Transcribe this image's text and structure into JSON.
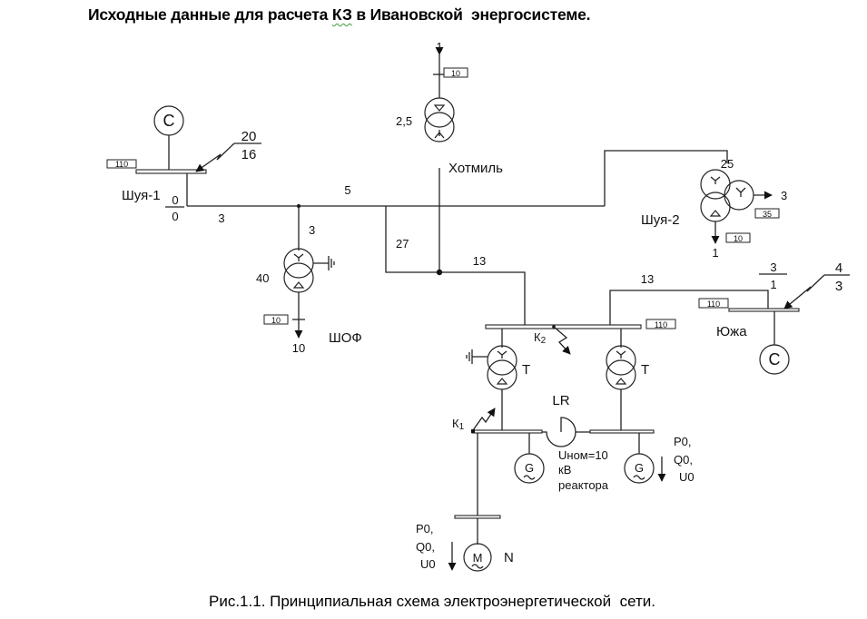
{
  "title": {
    "before": "Исходные данные для расчета ",
    "squiggle": "КЗ",
    "after": " в Ивановской  энергосистеме."
  },
  "caption": "Рис.1.1. Принципиальная схема электроэнергетической  сети.",
  "nodes": {
    "shuya1": {
      "name": "Шуя-1",
      "voltage": "110",
      "source": "C",
      "sc_fraction": {
        "num": "20",
        "den": "16"
      },
      "line_fraction": {
        "num": "0",
        "den": "0"
      }
    },
    "hotmil": {
      "name": "Хотмиль",
      "transformer_power": "2,5",
      "voltage": "10",
      "load": "1"
    },
    "shuya2": {
      "name": "Шуя-2",
      "transformer_power": "25",
      "mid_voltage": "35",
      "mid_load": "3",
      "low_voltage": "10",
      "low_load": "1"
    },
    "shof": {
      "name": "ШОФ",
      "transformer_power": "40",
      "voltage": "10",
      "load": "10"
    },
    "yuzha": {
      "name": "Южа",
      "voltage": "110",
      "source": "C",
      "sc_fraction": {
        "num": "4",
        "den": "3"
      },
      "line_fraction": {
        "num": "3",
        "den": "1"
      }
    },
    "station": {
      "bus_voltage": "110",
      "transformer_label": "T",
      "fault_k2": "К",
      "fault_k2_sub": "2",
      "fault_k1": "К",
      "fault_k1_sub": "1",
      "reactor_label": "LR",
      "reactor_note": [
        "Uном=10",
        "кВ",
        "реактора"
      ],
      "generator": "G",
      "generator_right_params": [
        "P0,",
        "Q0,",
        "U0"
      ]
    },
    "motor": {
      "symbol": "M",
      "name": "N",
      "params": [
        "P0,",
        "Q0,",
        "U0"
      ]
    }
  },
  "lines": {
    "shuya1_tap": "3",
    "main": "5",
    "shof_tap": "3",
    "loop": "27",
    "to_station": "13",
    "station_yuzha": "13"
  }
}
